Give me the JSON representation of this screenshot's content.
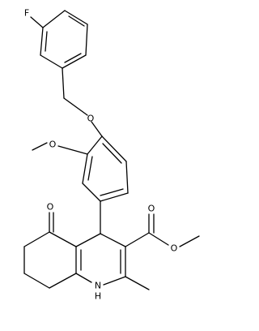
{
  "molecule": {
    "atom_labels": {
      "fluorine": "F",
      "ether_oxygen": "O",
      "methoxy_oxygen": "O",
      "ketone_oxygen": "O",
      "carbonyl_oxygen": "O",
      "ester_oxygen": "O",
      "amine": "N",
      "amine_hydrogen": "H"
    }
  }
}
